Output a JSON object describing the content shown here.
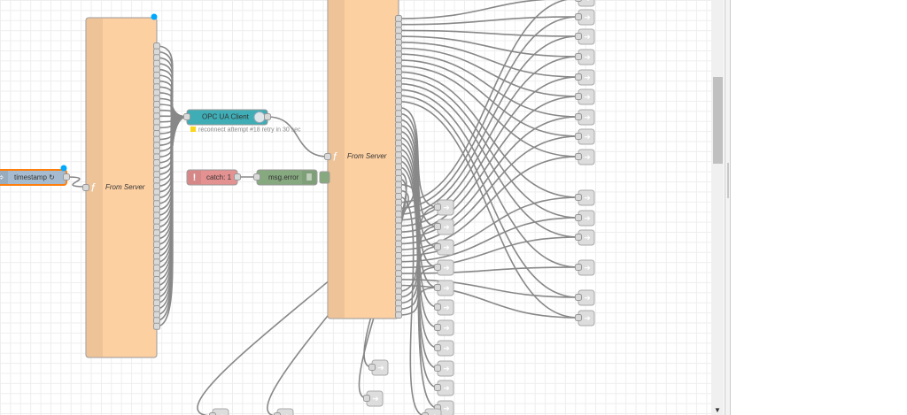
{
  "flow": {
    "function_node_1": {
      "label": "From Server",
      "icon": "function-icon"
    },
    "function_node_2": {
      "label": "From Server",
      "icon": "function-icon"
    },
    "inject_node": {
      "label": "timestamp ↻",
      "icon": "inject-arrow-icon"
    },
    "opcua_node": {
      "label": "OPC UA Client",
      "icon": "opcua-icon",
      "status": {
        "color": "#f9d71c",
        "text": "reconnect attempt #18 retry in 30 sec"
      }
    },
    "catch_node": {
      "label": "catch: 1",
      "icon": "exclamation-icon"
    },
    "debug_node": {
      "label": "msg.error",
      "icon": "debug-list-icon"
    },
    "link_out_node": {
      "icon": "link-out-icon"
    }
  },
  "colors": {
    "function": "#fdd0a2",
    "inject": "#a6bbcf",
    "opcua": "#3fadb5",
    "catch": "#e49191",
    "debug": "#87a980",
    "link": "#dddddd",
    "wire": "#888888",
    "selected": "#ff7f0e",
    "changed": "#00a9ff"
  }
}
